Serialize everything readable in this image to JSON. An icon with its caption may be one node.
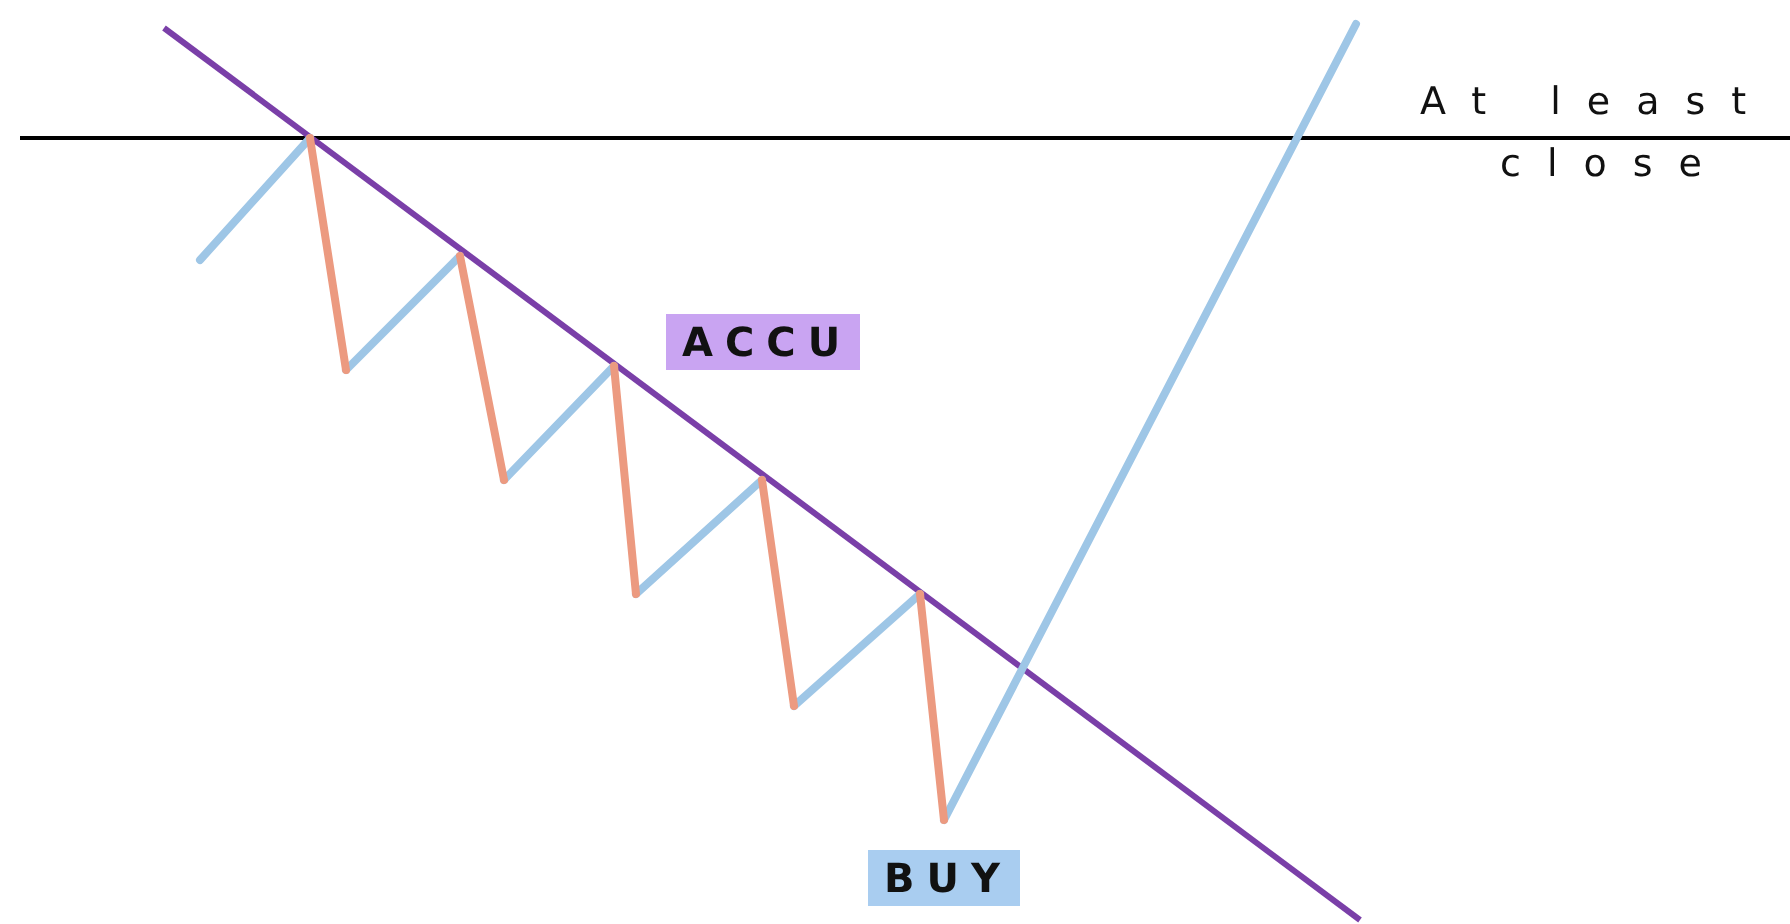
{
  "diagram": {
    "labels": [
      "At least",
      "close",
      "ACCU",
      "BUY"
    ]
  }
}
